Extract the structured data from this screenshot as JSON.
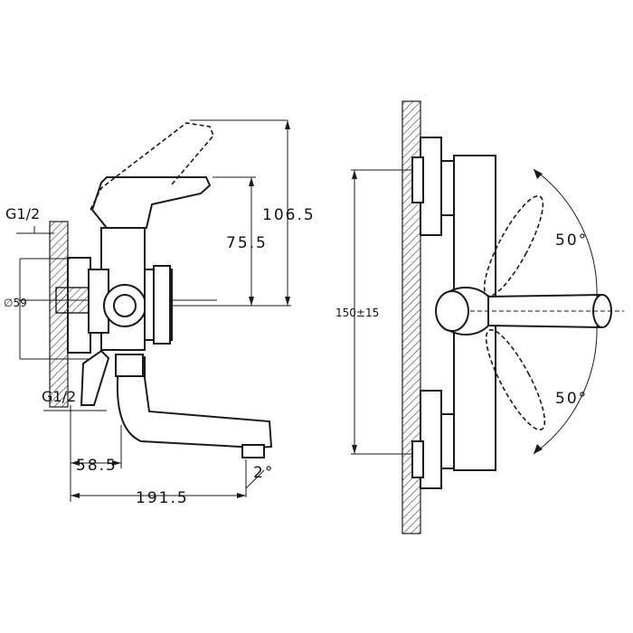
{
  "drawing": {
    "left_view": {
      "labels": {
        "thread_top": "G1/2",
        "thread_bottom": "G1/2",
        "diameter": "∅59",
        "height_lever": "106.5",
        "height_body": "75.5",
        "spout_offset": "58.5",
        "spout_length": "191.5",
        "spout_angle": "2°"
      }
    },
    "right_view": {
      "labels": {
        "center_distance": "150±15",
        "angle_up": "50°",
        "angle_down": "50°"
      }
    },
    "colors": {
      "line": "#1a1a1a",
      "hatch": "#555555",
      "background": "#ffffff"
    }
  }
}
